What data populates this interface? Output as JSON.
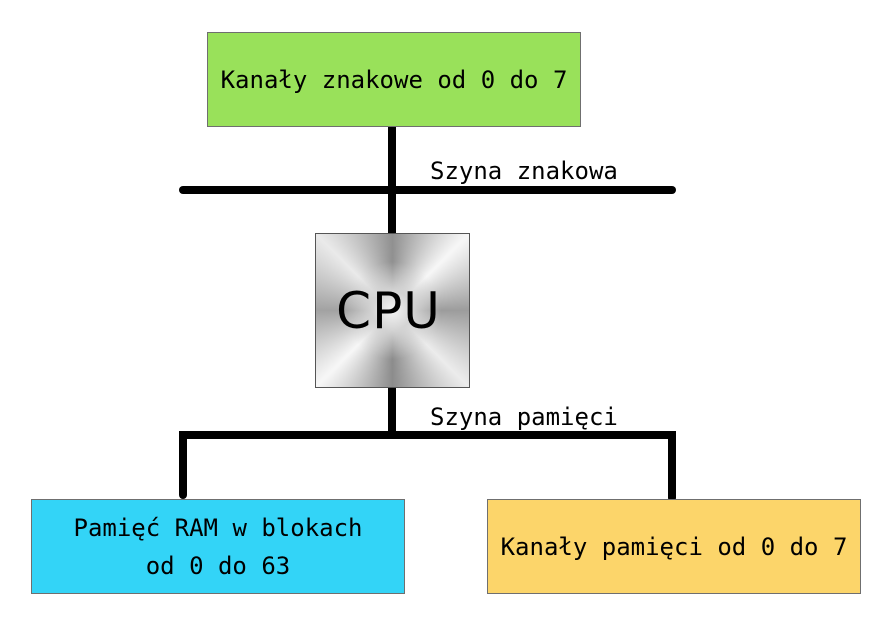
{
  "diagram": {
    "nodes": {
      "char_channels": {
        "label": "Kanały znakowe od 0 do 7",
        "color": "#99e15a"
      },
      "cpu": {
        "label": "CPU",
        "color": "#c0c0c0"
      },
      "ram": {
        "label_line1": "Pamięć RAM w blokach",
        "label_line2": "od 0 do 63",
        "color": "#33d4f7"
      },
      "memory_channels": {
        "label": "Kanały pamięci od 0 do 7",
        "color": "#fcd56a"
      }
    },
    "buses": {
      "character_bus": {
        "label": "Szyna znakowa"
      },
      "memory_bus": {
        "label": "Szyna pamięci"
      }
    },
    "connections": [
      {
        "from": "char_channels",
        "to": "character_bus"
      },
      {
        "from": "character_bus",
        "to": "cpu"
      },
      {
        "from": "cpu",
        "to": "memory_bus"
      },
      {
        "from": "memory_bus",
        "to": "ram"
      },
      {
        "from": "memory_bus",
        "to": "memory_channels"
      }
    ],
    "line_color": "#000000"
  }
}
